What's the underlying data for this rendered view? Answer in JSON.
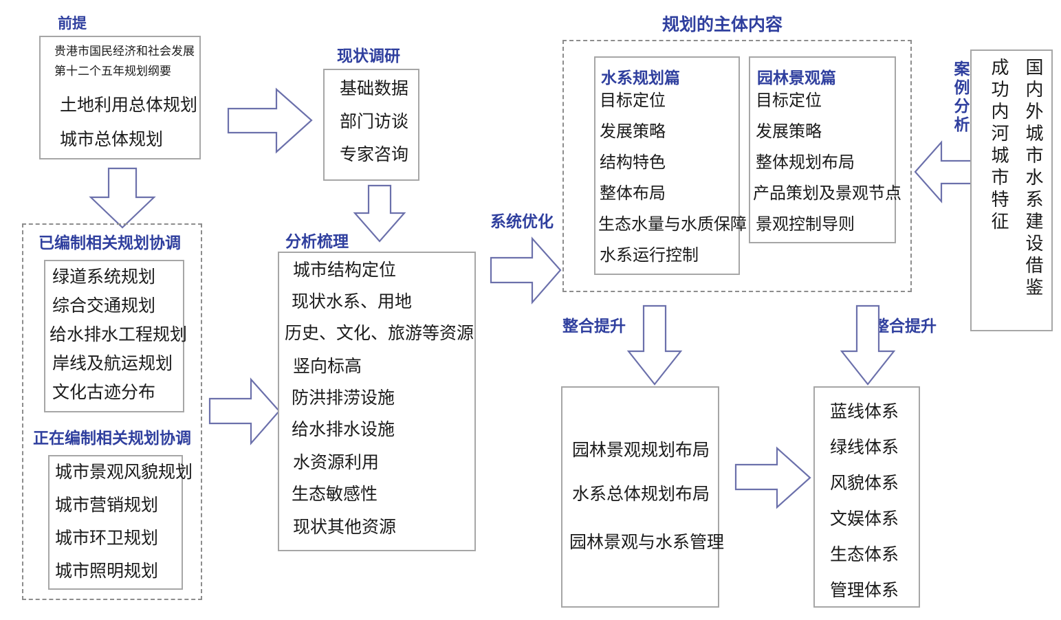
{
  "diagram": {
    "title_sections": {
      "premise": "前提",
      "survey": "现状调研",
      "coordination_done": "已编制相关规划协调",
      "coordination_ongoing": "正在编制相关规划协调",
      "analysis": "分析梳理",
      "main_content": "规划的主体内容",
      "case_study": "案例分析"
    },
    "arrow_labels": {
      "system_optimize": "系统优化",
      "integrate_left": "整合提升",
      "integrate_right": "整合提升"
    },
    "premise_box": {
      "small_lines": [
        "贵港市国民经济和社会发展",
        "第十二个五年规划纲要"
      ],
      "big_lines": [
        "土地利用总体规划",
        "城市总体规划"
      ]
    },
    "survey_box": {
      "items": [
        "基础数据",
        "部门访谈",
        "专家咨询"
      ]
    },
    "coordination_done_box": {
      "items": [
        "绿道系统规划",
        "综合交通规划",
        "给水排水工程规划",
        "岸线及航运规划",
        "文化古迹分布"
      ]
    },
    "coordination_ongoing_box": {
      "items": [
        "城市景观风貌规划",
        "城市营销规划",
        "城市环卫规划",
        "城市照明规划"
      ]
    },
    "analysis_box": {
      "items": [
        "城市结构定位",
        "现状水系、用地",
        "历史、文化、旅游等资源",
        "竖向标高",
        "防洪排涝设施",
        "给水排水设施",
        "水资源利用",
        "生态敏感性",
        "现状其他资源"
      ]
    },
    "water_system_box": {
      "heading": "水系规划篇",
      "items": [
        "目标定位",
        "发展策略",
        "结构特色",
        "整体布局",
        "生态水量与水质保障",
        "水系运行控制"
      ]
    },
    "landscape_box": {
      "heading": "园林景观篇",
      "items": [
        "目标定位",
        "发展策略",
        "整体规划布局",
        "产品策划及景观节点",
        "景观控制导则"
      ]
    },
    "reference_box": {
      "columns": [
        "国内外城市水系建设借鉴",
        "成功内河城市特征"
      ]
    },
    "layout_box": {
      "items": [
        "园林景观规划布局",
        "水系总体规划布局",
        "园林景观与水系管理"
      ]
    },
    "system_box": {
      "items": [
        "蓝线体系",
        "绿线体系",
        "风貌体系",
        "文娱体系",
        "生态体系",
        "管理体系"
      ]
    },
    "colors": {
      "accent_blue": "#2f3f9e",
      "arrow_stroke": "#6b70ab",
      "box_border": "#a6a6a6",
      "dashed_border": "#8c8c8c",
      "text": "#1a1a1a",
      "background": "#ffffff"
    }
  }
}
